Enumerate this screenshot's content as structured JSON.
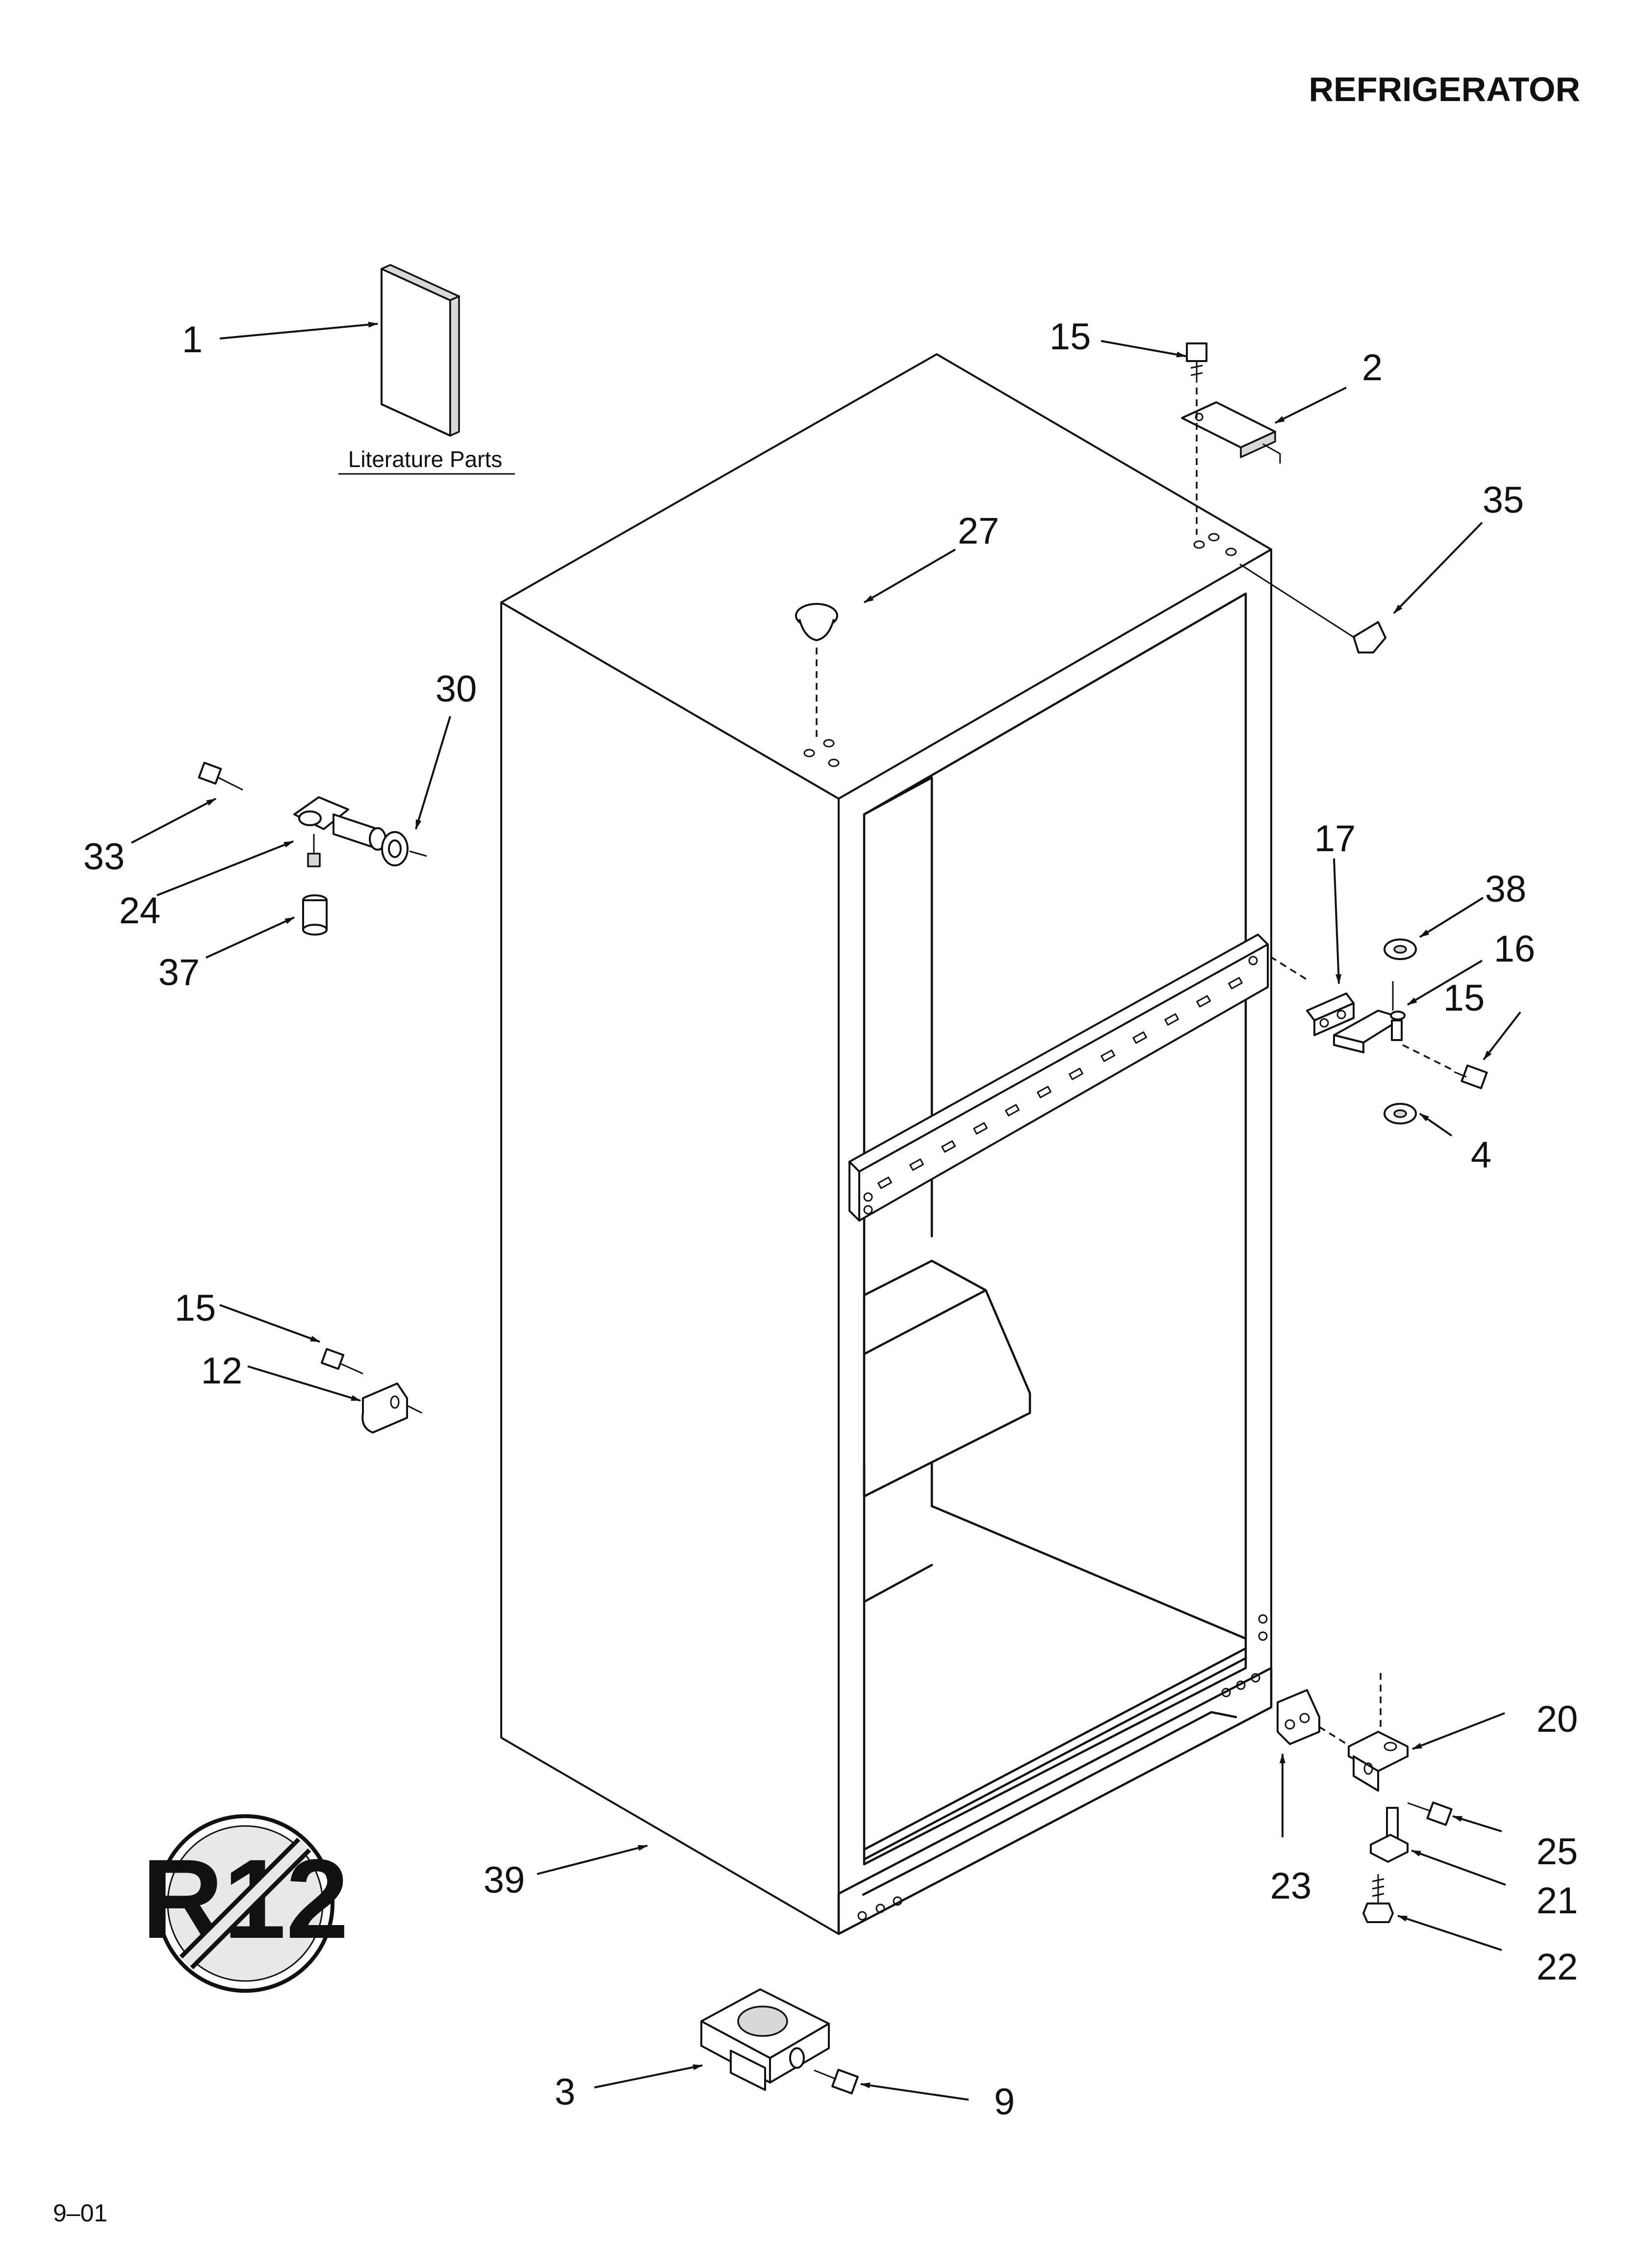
{
  "header": {
    "title": "REFRIGERATOR"
  },
  "literature": {
    "label": "Literature Parts"
  },
  "footer": {
    "code": "9–01"
  },
  "logo": {
    "text": "R12"
  },
  "callouts": [
    {
      "id": "c1",
      "label": "1"
    },
    {
      "id": "c2",
      "label": "2"
    },
    {
      "id": "c3",
      "label": "3"
    },
    {
      "id": "c4",
      "label": "4"
    },
    {
      "id": "c9",
      "label": "9"
    },
    {
      "id": "c12",
      "label": "12"
    },
    {
      "id": "c15a",
      "label": "15"
    },
    {
      "id": "c15b",
      "label": "15"
    },
    {
      "id": "c15c",
      "label": "15"
    },
    {
      "id": "c16",
      "label": "16"
    },
    {
      "id": "c17",
      "label": "17"
    },
    {
      "id": "c20",
      "label": "20"
    },
    {
      "id": "c21",
      "label": "21"
    },
    {
      "id": "c22",
      "label": "22"
    },
    {
      "id": "c23",
      "label": "23"
    },
    {
      "id": "c24",
      "label": "24"
    },
    {
      "id": "c25",
      "label": "25"
    },
    {
      "id": "c27",
      "label": "27"
    },
    {
      "id": "c30",
      "label": "30"
    },
    {
      "id": "c33",
      "label": "33"
    },
    {
      "id": "c35",
      "label": "35"
    },
    {
      "id": "c37",
      "label": "37"
    },
    {
      "id": "c38",
      "label": "38"
    },
    {
      "id": "c39",
      "label": "39"
    }
  ]
}
